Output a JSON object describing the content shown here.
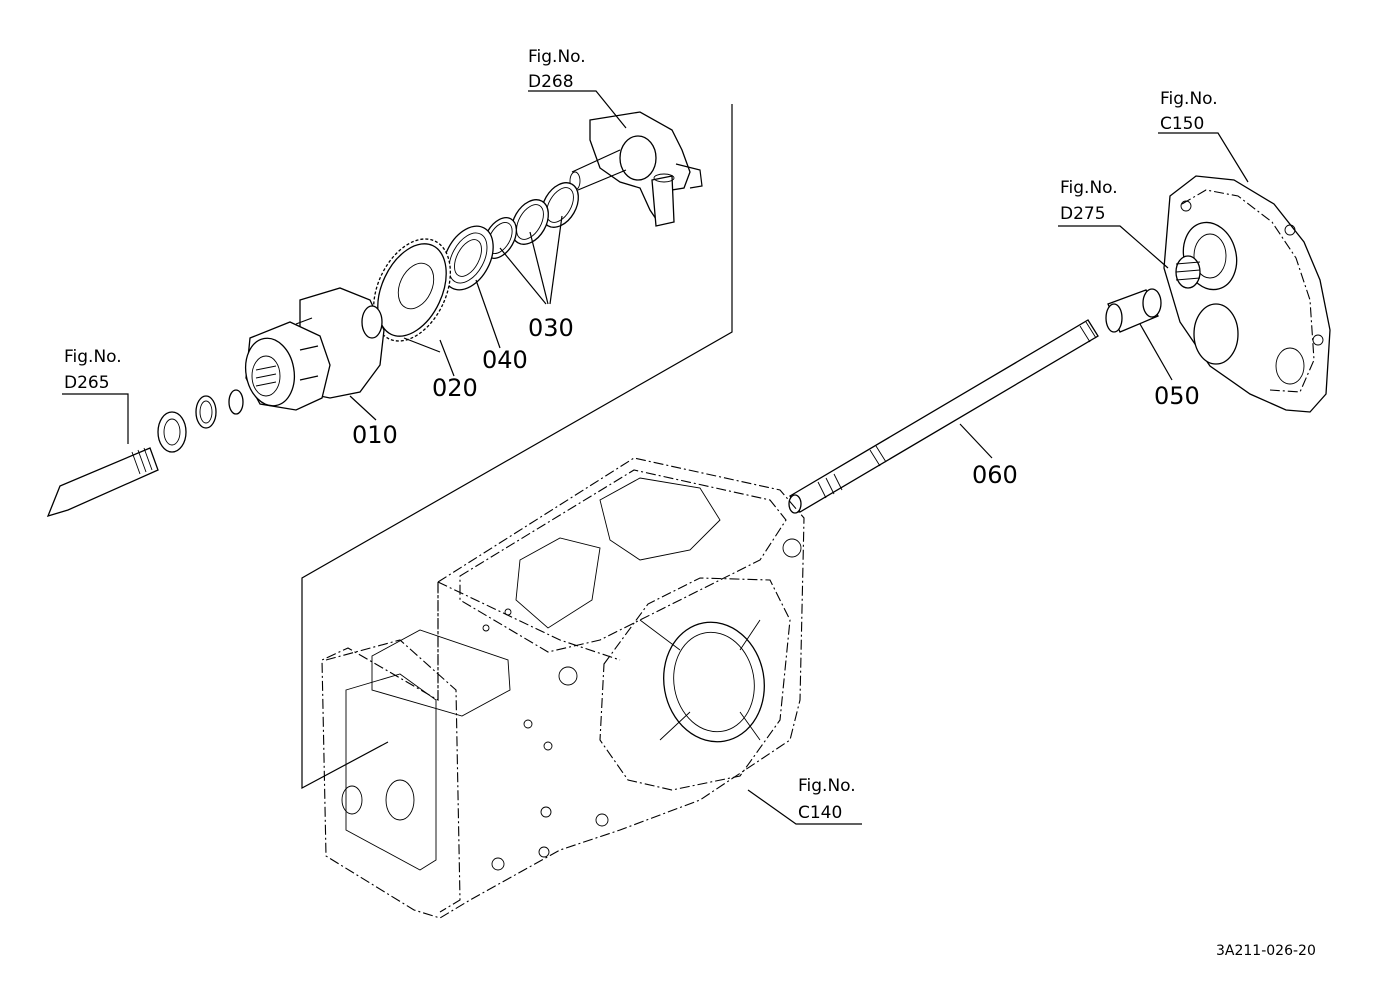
{
  "refs": {
    "d268": {
      "fig": "Fig.No.",
      "code": "D268"
    },
    "c150": {
      "fig": "Fig.No.",
      "code": "C150"
    },
    "d275": {
      "fig": "Fig.No.",
      "code": "D275"
    },
    "d265": {
      "fig": "Fig.No.",
      "code": "D265"
    },
    "c140": {
      "fig": "Fig.No.",
      "code": "C140"
    }
  },
  "parts": {
    "p010": "010",
    "p020": "020",
    "p030": "030",
    "p040": "040",
    "p050": "050",
    "p060": "060"
  },
  "drawing_code": "3A211-026-20"
}
